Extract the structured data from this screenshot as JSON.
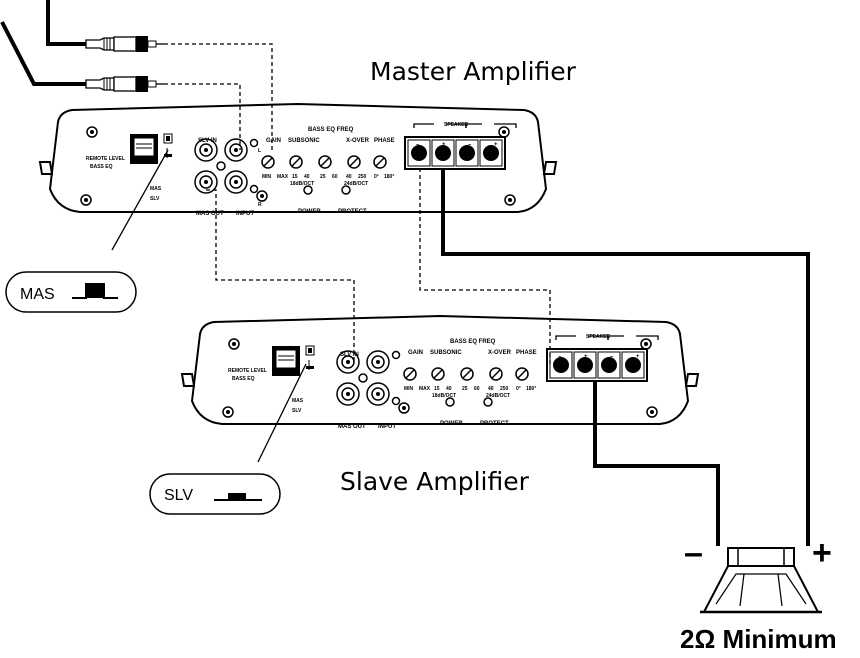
{
  "labels": {
    "master_title": "Master Amplifier",
    "slave_title": "Slave Amplifier",
    "minimum": "2Ω Minimum",
    "minus_sign": "–",
    "plus_sign": "+",
    "mas_callout": "MAS",
    "slv_callout": "SLV"
  },
  "panel": {
    "remote_level": "REMOTE LEVEL",
    "bass_eq": "BASS EQ",
    "mas": "MAS",
    "slv": "SLV",
    "slv_in": "SLV IN",
    "mas_out": "MAS OUT",
    "input": "INPUT",
    "gain": "GAIN",
    "subsonic": "SUBSONIC",
    "bass_eq_freq": "BASS EQ FREQ",
    "x_over": "X-OVER",
    "phase": "PHASE",
    "min": "MIN",
    "max": "MAX",
    "sub_lo": "15",
    "sub_hi": "40",
    "sub_slope": "18dB/OCT",
    "eq_lo": "25",
    "eq_hi": "60",
    "x_lo": "40",
    "x_hi": "250",
    "x_slope": "24dB/OCT",
    "ph_lo": "0°",
    "ph_hi": "180°",
    "power": "POWER",
    "protect": "PROTECT",
    "speaker": "SPEAKER",
    "term_minus": "–",
    "term_plus": "+",
    "ch_l": "L",
    "ch_r": "R"
  }
}
